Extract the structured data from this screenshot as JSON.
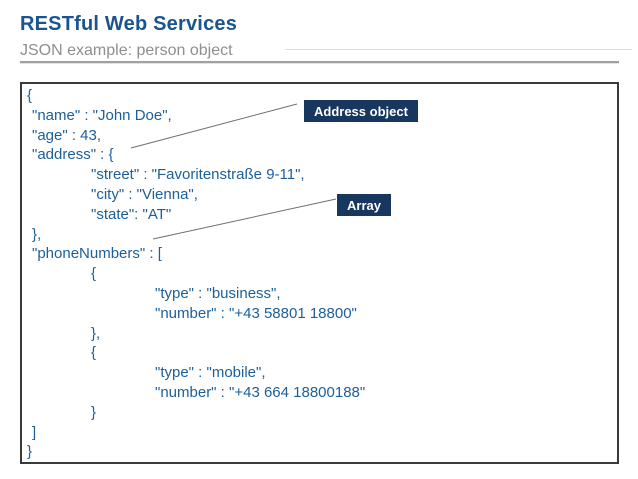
{
  "header": {
    "title": "RESTful Web Services",
    "subtitle": "JSON example: person object"
  },
  "code": {
    "language": "json",
    "lines": [
      {
        "indent": 0,
        "text": "{"
      },
      {
        "indent": 1,
        "text": "\"name\" : \"John Doe\","
      },
      {
        "indent": 1,
        "text": "\"age\" : 43,"
      },
      {
        "indent": 1,
        "text": "\"address\" : {"
      },
      {
        "indent": 2,
        "text": "\"street\" : \"Favoritenstraße 9-11\","
      },
      {
        "indent": 2,
        "text": "\"city\" : \"Vienna\","
      },
      {
        "indent": 2,
        "text": "\"state\": \"AT\""
      },
      {
        "indent": 1,
        "text": "},"
      },
      {
        "indent": 1,
        "text": "\"phoneNumbers\" : ["
      },
      {
        "indent": 2,
        "text": "{"
      },
      {
        "indent": 3,
        "text": "\"type\" : \"business\","
      },
      {
        "indent": 3,
        "text": "\"number\" : \"+43 58801 18800\""
      },
      {
        "indent": 2,
        "text": "},"
      },
      {
        "indent": 2,
        "text": "{"
      },
      {
        "indent": 3,
        "text": "\"type\" : \"mobile\","
      },
      {
        "indent": 3,
        "text": "\"number\" : \"+43 664 18800188\""
      },
      {
        "indent": 2,
        "text": "}"
      },
      {
        "indent": 1,
        "text": "]"
      },
      {
        "indent": 0,
        "text": "}"
      }
    ]
  },
  "callouts": [
    {
      "label": "Address object",
      "points_to": "address object literal"
    },
    {
      "label": "Array",
      "points_to": "phoneNumbers array"
    }
  ],
  "colors": {
    "title_blue": "#1a5591",
    "code_blue": "#1c5f99",
    "callout_bg": "#17375e",
    "callout_text": "#ffffff",
    "subtitle_gray": "#8f8f8f",
    "rule_gray": "#a0a0a0",
    "box_border": "#3a3a3a",
    "connector_gray": "#6f6f6f"
  }
}
